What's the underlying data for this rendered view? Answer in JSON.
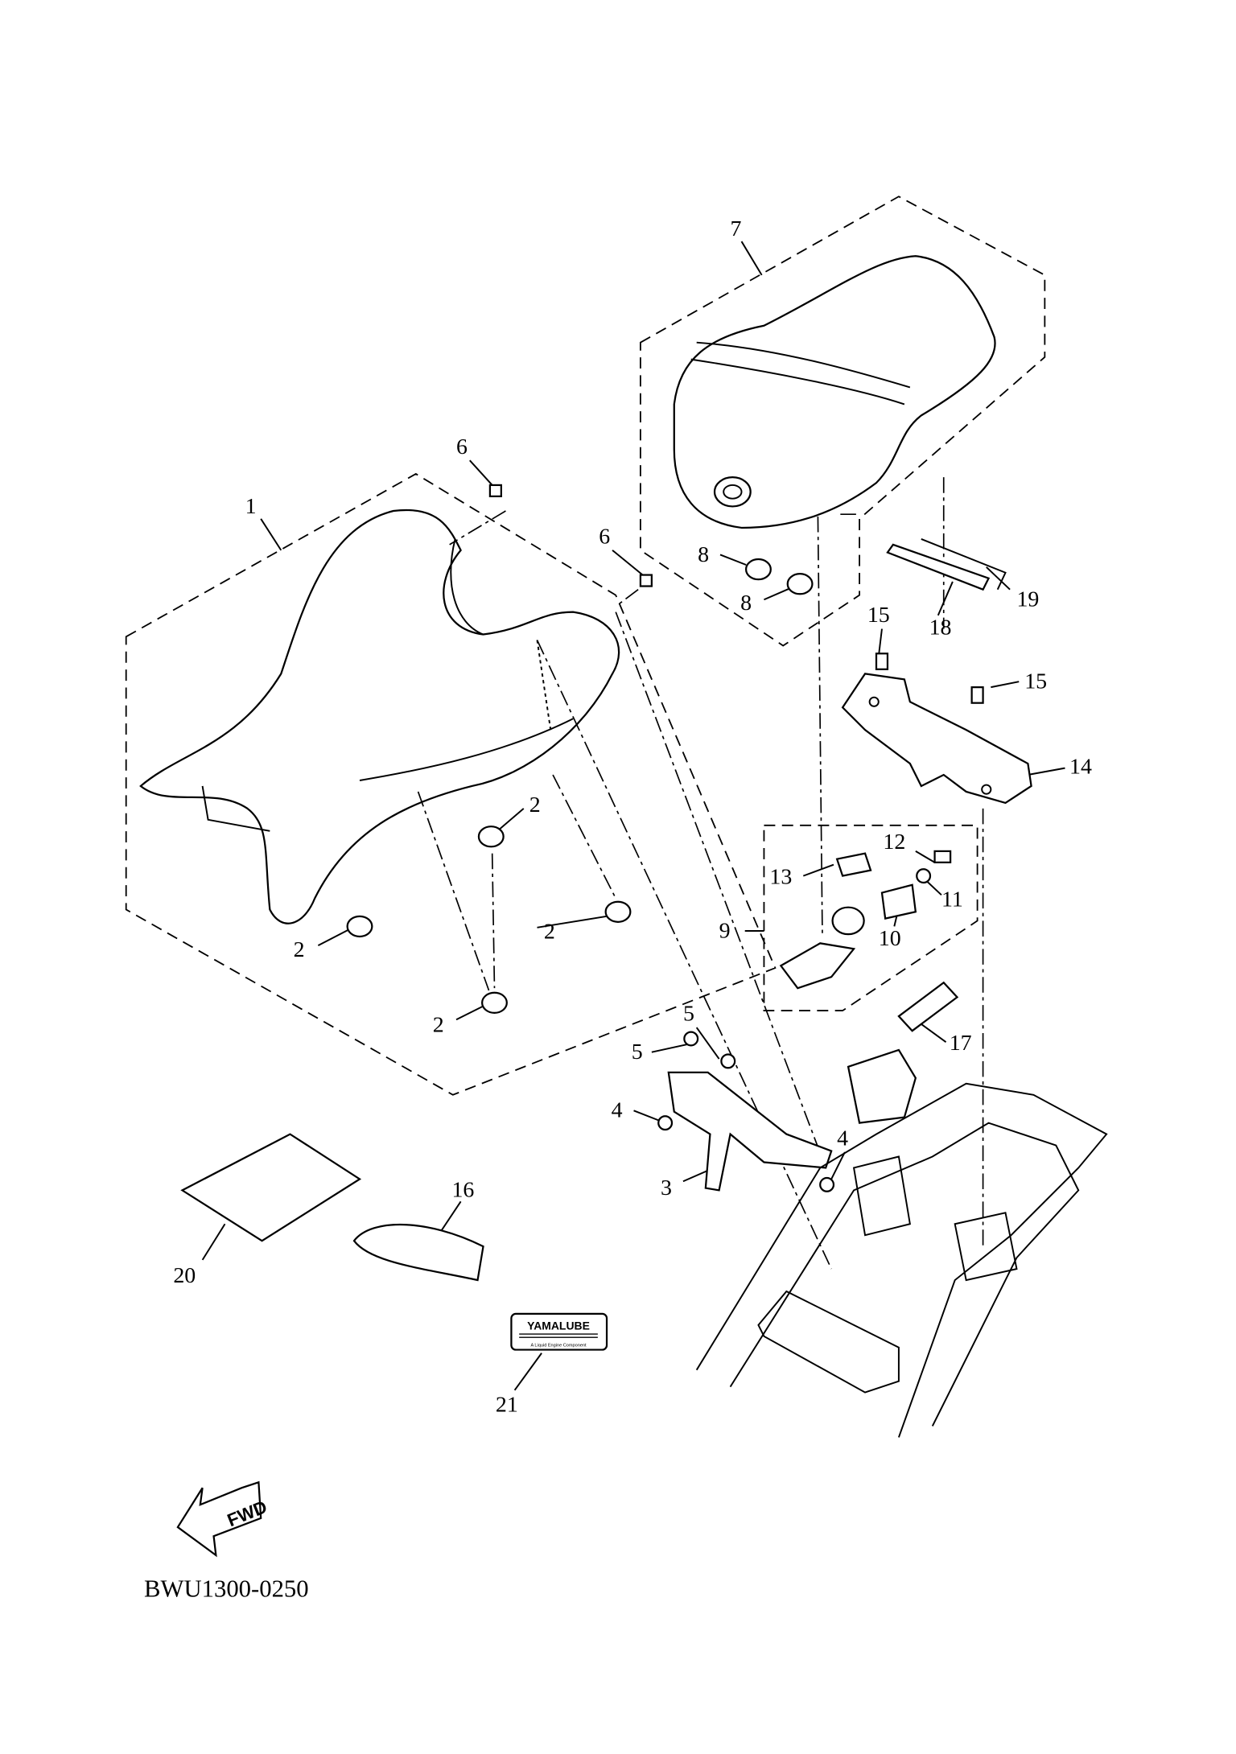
{
  "diagram_code": "BWU1300-0250",
  "fwd_label": "FWD",
  "sticker_text": "YAMALUBE",
  "sticker_subtext": "A Liquid Engine Component",
  "callouts": {
    "c7": "7",
    "c6a": "6",
    "c6b": "6",
    "c1": "1",
    "c8a": "8",
    "c8b": "8",
    "c19": "19",
    "c18": "18",
    "c15a": "15",
    "c15b": "15",
    "c14": "14",
    "c2a": "2",
    "c2b": "2",
    "c2c": "2",
    "c2d": "2",
    "c12": "12",
    "c13": "13",
    "c11": "11",
    "c10": "10",
    "c9": "9",
    "c17": "17",
    "c5a": "5",
    "c5b": "5",
    "c4a": "4",
    "c4b": "4",
    "c3": "3",
    "c16": "16",
    "c20": "20",
    "c21": "21"
  }
}
